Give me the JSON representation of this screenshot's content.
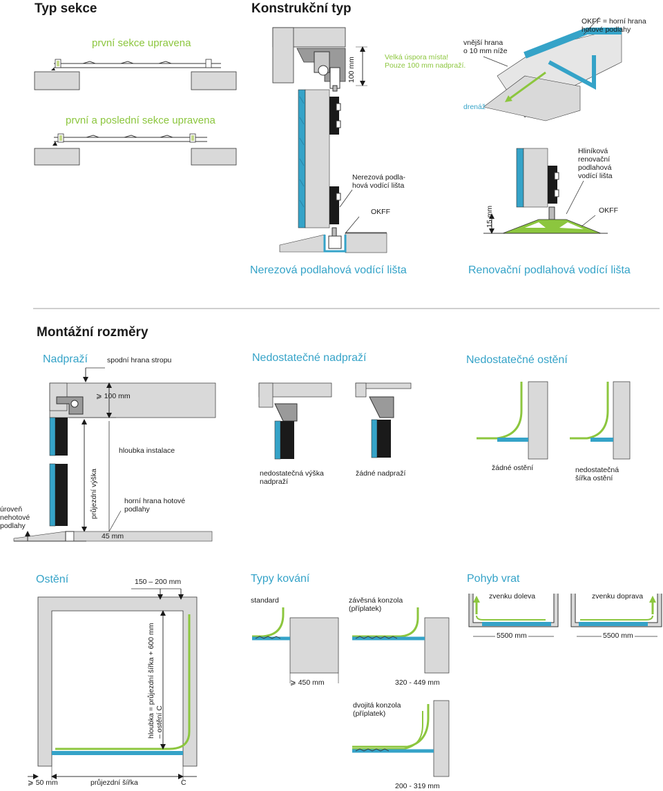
{
  "sections": {
    "typ_sekce": {
      "title": "Typ sekce",
      "first_modified": "první sekce upravena",
      "first_last_modified": "první a poslední sekce upravena"
    },
    "konstrukcni_typ": {
      "title": "Konstrukční typ",
      "dim_100": "100 mm",
      "saving_line1": "Velká úspora místa!",
      "saving_line2": "Pouze 100 mm nadpraží.",
      "outer_edge_line1": "vnější hrana",
      "outer_edge_line2": "o 10 mm níže",
      "okff_def_line1": "OKFF = horní hrana",
      "okff_def_line2": "hotové podlahy",
      "drain": "drenáž",
      "steel_rail_line1": "Nerezová podla-",
      "steel_rail_line2": "hová vodící lišta",
      "alu_rail_line1": "Hliníková",
      "alu_rail_line2": "renovační",
      "alu_rail_line3": "podlahová",
      "alu_rail_line4": "vodící lišta",
      "okff_left": "OKFF",
      "okff_right": "OKFF",
      "dim_15": "15 mm",
      "caption_left": "Nerezová podlahová vodící lišta",
      "caption_right": "Renovační podlahová vodící lišta"
    },
    "montazni": {
      "title": "Montážní rozměry",
      "nadprazi": "Nadpraží",
      "ceiling_edge": "spodní hrana stropu",
      "insufficient_header": "Nedostatečné nadpraží",
      "insufficient_jamb": "Nedostatečné ostění",
      "min_100": "⩾ 100 mm",
      "install_depth": "hloubka instalace",
      "passage_height": "průjezdní výška",
      "floor_top_line1": "horní hrana hotové",
      "floor_top_line2": "podlahy",
      "dim_45": "45 mm",
      "unfinished_line1": "úroveň",
      "unfinished_line2": "nehotové",
      "unfinished_line3": "podlahy",
      "insufficient_height_line1": "nedostatečná výška",
      "insufficient_height_line2": "nadpraží",
      "no_header": "žádné nadpraží",
      "no_jamb": "žádné ostění",
      "insufficient_width_line1": "nedostatečná",
      "insufficient_width_line2": "šířka ostění"
    },
    "osteni": {
      "title": "Ostění",
      "dim_150_200": "150 – 200 mm",
      "depth_label": "hloubka = průjezdní šířka + 600 mm",
      "depth_label2": "– ostění C",
      "dim_50": "⩾ 50 mm",
      "passage_width": "průjezdní šířka",
      "c_label": "C"
    },
    "typy_kovani": {
      "title": "Typy kování",
      "standard": "standard",
      "hanging_line1": "závěsná konzola",
      "hanging_line2": "(příplatek)",
      "dim_450": "⩾ 450 mm",
      "dim_320_449": "320 - 449 mm",
      "double_line1": "dvojitá konzola",
      "double_line2": "(příplatek)",
      "dim_200_319": "200 - 319 mm"
    },
    "pohyb_vrat": {
      "title": "Pohyb vrat",
      "left": "zvenku doleva",
      "right": "zvenku doprava",
      "dim_left": "5500 mm",
      "dim_right": "5500 mm"
    }
  },
  "colors": {
    "blue": "#35a3c8",
    "green": "#8cc63e",
    "grey": "#d9d9d9",
    "dark": "#1a1a1a"
  }
}
